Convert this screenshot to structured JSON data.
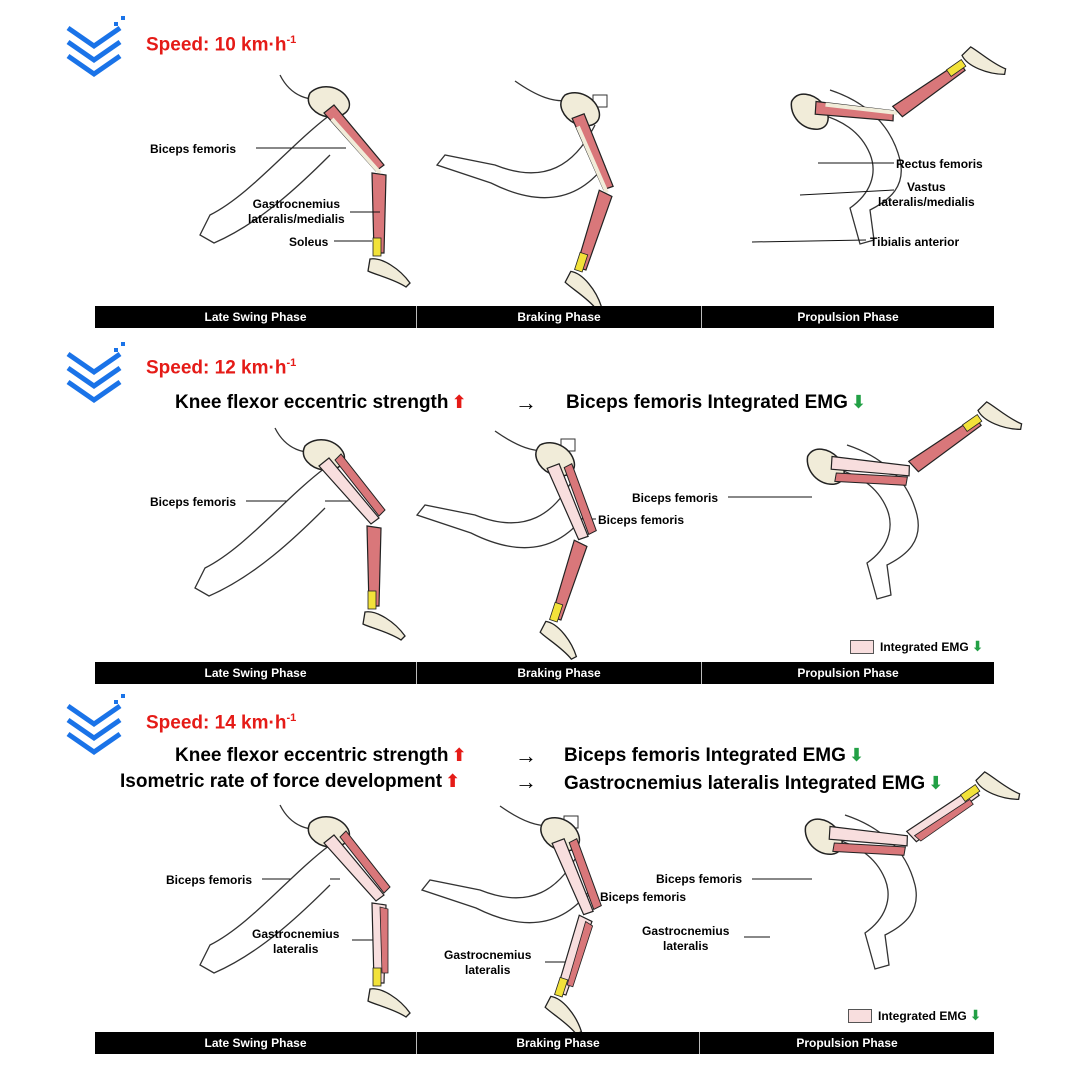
{
  "panels": [
    {
      "speed_label": "Speed: 10 km·h",
      "speed_exp": "-1",
      "relations": [],
      "figures": [
        {
          "labels": [
            "Biceps femoris",
            "Gastrocnemius\nlateralis/medialis",
            "Soleus"
          ]
        },
        {
          "labels": []
        },
        {
          "labels": [
            "Rectus femoris",
            "Vastus\nlateralis/medialis",
            "Tibialis anterior"
          ]
        }
      ],
      "phases": [
        "Late Swing Phase",
        "Braking Phase",
        "Propulsion Phase"
      ],
      "legend": ""
    },
    {
      "speed_label": "Speed: 12 km·h",
      "speed_exp": "-1",
      "relations": [
        {
          "left": "Knee flexor eccentric strength",
          "arrow": "→",
          "right": "Biceps femoris Integrated EMG"
        }
      ],
      "figures": [
        {
          "labels": [
            "Biceps femoris"
          ]
        },
        {
          "labels": [
            "Biceps femoris"
          ]
        },
        {
          "labels": [
            "Biceps femoris"
          ]
        }
      ],
      "phases": [
        "Late Swing Phase",
        "Braking Phase",
        "Propulsion Phase"
      ],
      "legend": "Integrated EMG"
    },
    {
      "speed_label": "Speed: 14 km·h",
      "speed_exp": "-1",
      "relations": [
        {
          "left": "Knee flexor eccentric strength",
          "arrow": "→",
          "right": "Biceps femoris Integrated EMG"
        },
        {
          "left": "Isometric rate of force development",
          "arrow": "→",
          "right": "Gastrocnemius lateralis Integrated EMG"
        }
      ],
      "figures": [
        {
          "labels": [
            "Biceps femoris",
            "Gastrocnemius\nlateralis"
          ]
        },
        {
          "labels": [
            "Biceps femoris",
            "Gastrocnemius\nlateralis"
          ]
        },
        {
          "labels": [
            "Biceps femoris",
            "Gastrocnemius\nlateralis"
          ]
        }
      ],
      "phases": [
        "Late Swing Phase",
        "Braking Phase",
        "Propulsion Phase"
      ],
      "legend": "Integrated EMG"
    }
  ],
  "symbols": {
    "up": "⬆",
    "down": "⬇"
  },
  "colors": {
    "speed": "#e51b17",
    "up_arrow": "#e51b17",
    "down_arrow": "#22a045",
    "chevron": "#1a73e8",
    "muscle_active": "#d9777a",
    "muscle_reduced": "#f8dede",
    "bone": "#f1ecd9",
    "tendon": "#f2e23a"
  }
}
